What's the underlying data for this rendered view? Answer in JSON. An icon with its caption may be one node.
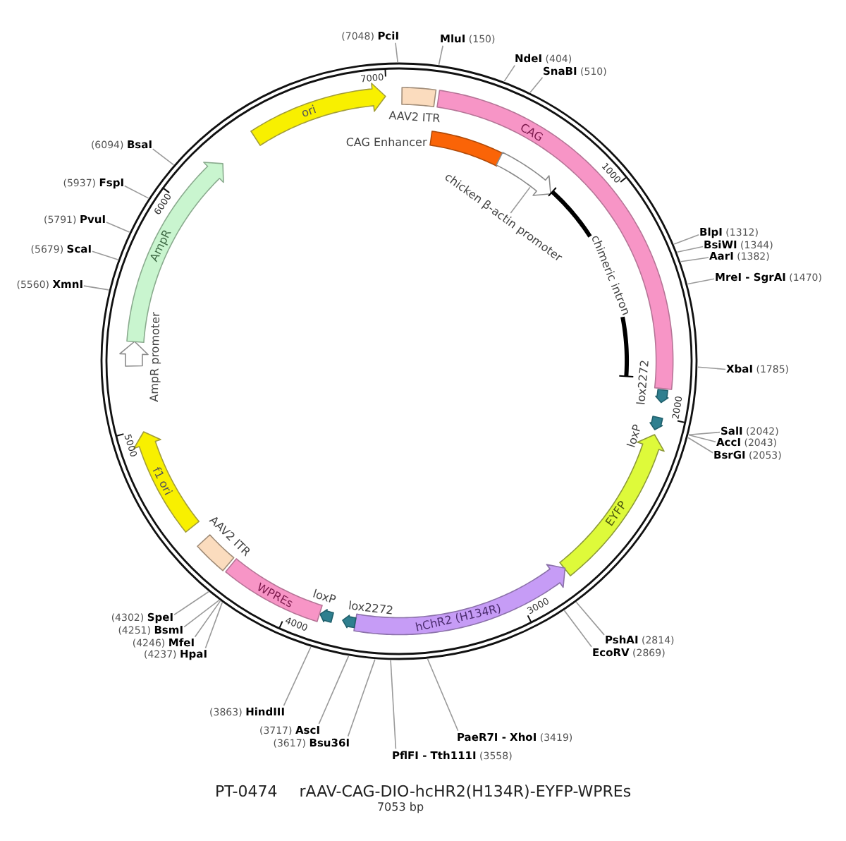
{
  "diagram": {
    "title": "PT-0474 rAAV-CAG-DIO-hcHR2(H134R)-EYFP-WPREs",
    "nodes": [
      {
        "text": [],
        "shape": "circle"
      },
      {
        "text": [
          "AAV2 ITR"
        ],
        "in": 0
      },
      {
        "text": [
          "CAG"
        ],
        "in": 0
      },
      {
        "text": [
          "CAG Enhancer"
        ],
        "in": 0
      },
      {
        "text": [],
        "shape": "arrow",
        "in": 0
      },
      {
        "text": [
          "chicken β-actin promoter"
        ],
        "in": 0
      },
      {
        "text": [
          "chimeric intron"
        ],
        "in": 0
      },
      {
        "text": [
          "lox2272"
        ],
        "in": 0
      },
      {
        "text": [
          "loxP"
        ],
        "in": 0
      },
      {
        "text": [
          "EYFP"
        ],
        "in": 0
      },
      {
        "text": [
          "hChR2 (H134R)"
        ],
        "in": 0
      },
      {
        "text": [
          "lox2272"
        ],
        "in": 0
      },
      {
        "text": [
          "loxP"
        ],
        "in": 0
      },
      {
        "text": [
          "WPREs"
        ],
        "in": 0
      },
      {
        "text": [
          "AAV2 ITR"
        ],
        "in": 0
      },
      {
        "text": [
          "f1 ori"
        ],
        "in": 0
      },
      {
        "text": [
          "AmpR promoter"
        ],
        "in": 0
      },
      {
        "text": [
          "AmpR"
        ],
        "in": 0
      },
      {
        "text": [
          "ori"
        ],
        "in": 0
      },
      {
        "text": [
          "(7048) **PciI**"
        ]
      },
      {
        "text": [
          "**MluI** (150)"
        ]
      },
      {
        "text": [
          "**NdeI** (404)"
        ]
      },
      {
        "text": [
          "**SnaBI** (510)"
        ]
      },
      {
        "text": [
          "**BlpI** (1312)"
        ]
      },
      {
        "text": [
          "**BsiWI** (1344)"
        ]
      },
      {
        "text": [
          "**AarI** (1382)"
        ]
      },
      {
        "text": [
          "**MreI - SgrAI** (1470)"
        ]
      },
      {
        "text": [
          "**XbaI** (1785)"
        ]
      },
      {
        "text": [
          "**SalI** (2042)"
        ]
      },
      {
        "text": [
          "**AccI** (2043)"
        ]
      },
      {
        "text": [
          "**BsrGI** (2053)"
        ]
      },
      {
        "text": [
          "**PshAI** (2814)"
        ]
      },
      {
        "text": [
          "**EcoRV** (2869)"
        ]
      },
      {
        "text": [
          "**PaeR7I - XhoI** (3419)"
        ]
      },
      {
        "text": [
          "**PflFI - Tth111I** (3558)"
        ]
      },
      {
        "text": [
          "(3617) **Bsu36I**"
        ]
      },
      {
        "text": [
          "(3717) **AscI**"
        ]
      },
      {
        "text": [
          "(3863) **HindIII**"
        ]
      },
      {
        "text": [
          "(4237) **HpaI**"
        ]
      },
      {
        "text": [
          "(4246) **MfeI**"
        ]
      },
      {
        "text": [
          "(4251) **BsmI**"
        ]
      },
      {
        "text": [
          "(4302) **SpeI**"
        ]
      },
      {
        "text": [
          "(5560) **XmnI**"
        ]
      },
      {
        "text": [
          "(5679) **ScaI**"
        ]
      },
      {
        "text": [
          "(5791) **PvuI**"
        ]
      },
      {
        "text": [
          "(5937) **FspI**"
        ]
      },
      {
        "text": [
          "(6094) **BsaI**"
        ]
      }
    ],
    "edges": [
      {
        "from": 5,
        "to": 4,
        "arrow": "none"
      },
      {
        "from": 19,
        "to": 0,
        "arrow": "none"
      },
      {
        "from": 20,
        "to": 0,
        "arrow": "none"
      },
      {
        "from": 21,
        "to": 0,
        "arrow": "none"
      },
      {
        "from": 22,
        "to": 0,
        "arrow": "none"
      },
      {
        "from": 23,
        "to": 0,
        "arrow": "none"
      },
      {
        "from": 24,
        "to": 0,
        "arrow": "none"
      },
      {
        "from": 25,
        "to": 0,
        "arrow": "none"
      },
      {
        "from": 26,
        "to": 0,
        "arrow": "none"
      },
      {
        "from": 27,
        "to": 0,
        "arrow": "none"
      },
      {
        "from": 28,
        "to": 0,
        "arrow": "none"
      },
      {
        "from": 29,
        "to": 0,
        "arrow": "none"
      },
      {
        "from": 30,
        "to": 0,
        "arrow": "none"
      },
      {
        "from": 31,
        "to": 0,
        "arrow": "none"
      },
      {
        "from": 32,
        "to": 0,
        "arrow": "none"
      },
      {
        "from": 33,
        "to": 0,
        "arrow": "none"
      },
      {
        "from": 34,
        "to": 0,
        "arrow": "none"
      },
      {
        "from": 35,
        "to": 0,
        "arrow": "none"
      },
      {
        "from": 36,
        "to": 0,
        "arrow": "none"
      },
      {
        "from": 37,
        "to": 0,
        "arrow": "none"
      },
      {
        "from": 38,
        "to": 0,
        "arrow": "none"
      },
      {
        "from": 39,
        "to": 0,
        "arrow": "none"
      },
      {
        "from": 40,
        "to": 0,
        "arrow": "none"
      },
      {
        "from": 41,
        "to": 0,
        "arrow": "none"
      },
      {
        "from": 42,
        "to": 0,
        "arrow": "none"
      },
      {
        "from": 43,
        "to": 0,
        "arrow": "none"
      },
      {
        "from": 44,
        "to": 0,
        "arrow": "none"
      },
      {
        "from": 45,
        "to": 0,
        "arrow": "none"
      },
      {
        "from": 46,
        "to": 0,
        "arrow": "none"
      }
    ],
    "labels": [
      "7000",
      "1000",
      "2000",
      "3000",
      "4000",
      "5000",
      "6000",
      "7053 bp"
    ]
  }
}
